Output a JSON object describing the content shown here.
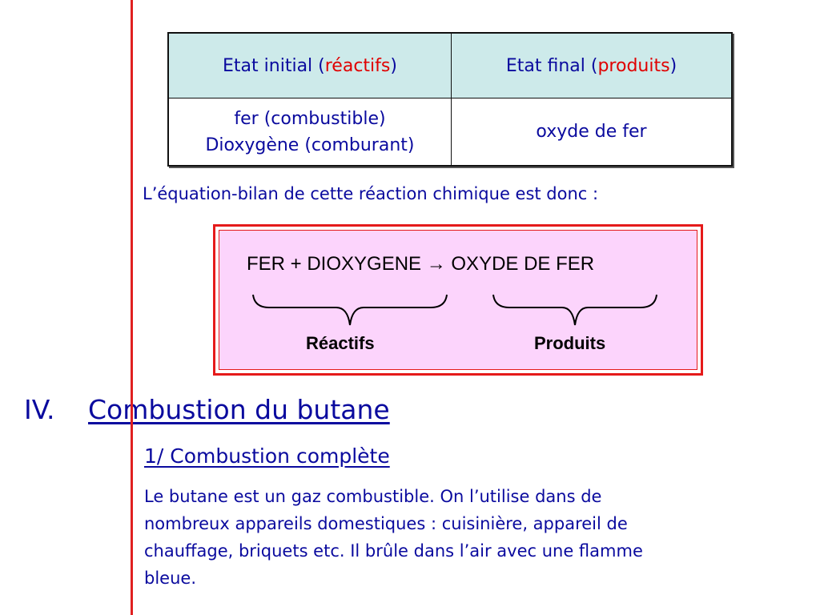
{
  "table": {
    "head_left_prefix": "Etat initial (",
    "head_left_highlight": "réactifs",
    "head_left_suffix": ")",
    "head_right_prefix": "Etat final (",
    "head_right_highlight": "produits",
    "head_right_suffix": ")",
    "row_left_line1": "fer (combustible)",
    "row_left_line2": "Dioxygène (comburant)",
    "row_right": "oxyde de fer"
  },
  "intro": "L’équation-bilan de cette réaction chimique est donc :",
  "equation": {
    "text": "FER + DIOXYGENE → OXYDE DE FER",
    "reactants_label": "Réactifs",
    "products_label": "Produits"
  },
  "section": {
    "number": "IV.",
    "title": "Combustion du butane"
  },
  "subsection": {
    "title": "1/ Combustion complète"
  },
  "paragraph": {
    "lines": [
      "Le butane est un gaz combustible. On l’utilise dans de",
      "nombreux appareils domestiques : cuisinière, appareil de",
      "chauffage, briquets etc. Il brûle dans l’air avec une flamme",
      "bleue."
    ]
  },
  "colors": {
    "text": "#0a0a9e",
    "highlight": "#e00000",
    "table_header": "#cdeaea",
    "equation_box": "#fcd4fc",
    "margin_line": "#e02020"
  }
}
